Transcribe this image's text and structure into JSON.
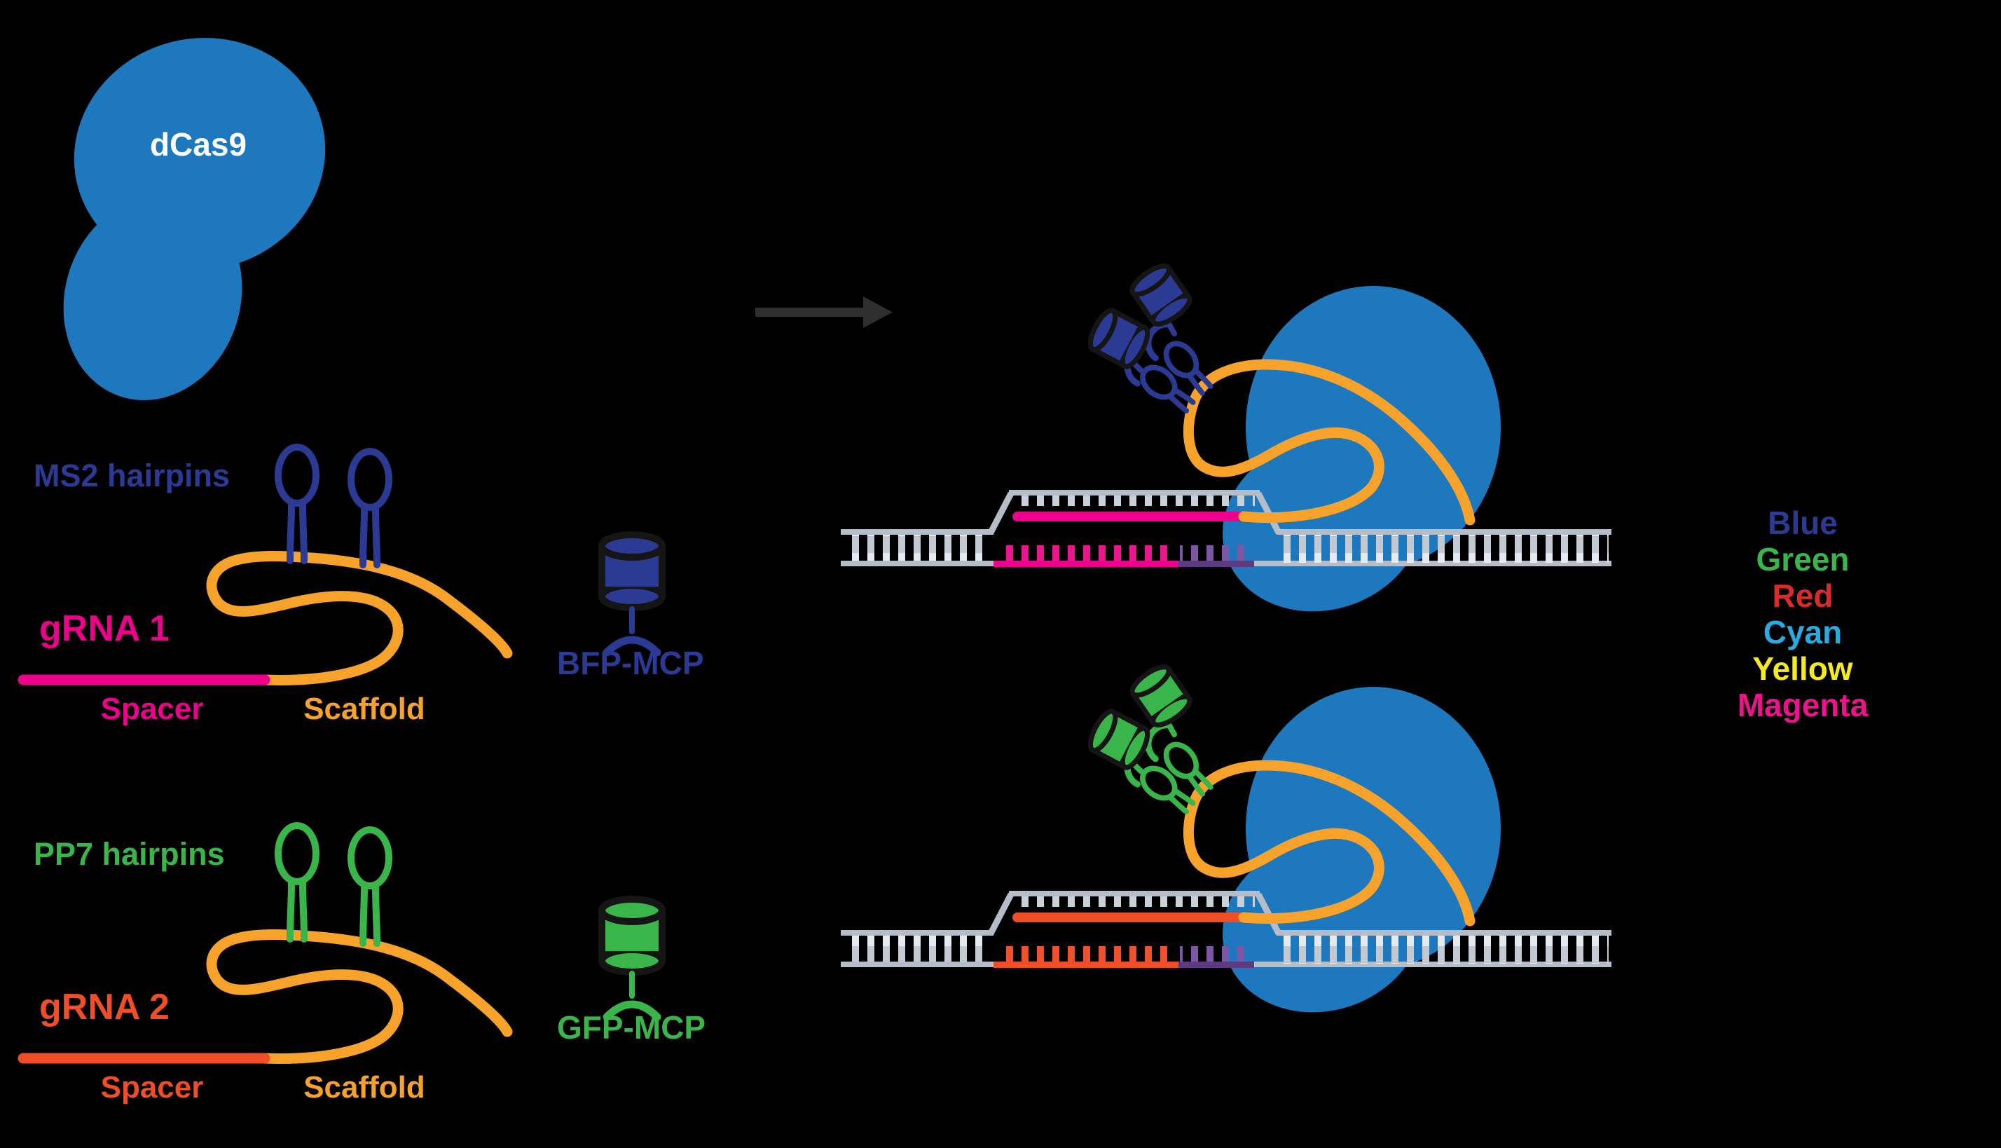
{
  "left_panel": {
    "dcas9_label": "dCas9",
    "grna1": {
      "hairpin_label": "MS2 hairpins",
      "name_label": "gRNA 1",
      "spacer_label": "Spacer",
      "scaffold_label": "Scaffold",
      "spacer_color": "#ec008c",
      "hairpin_color": "#2b3b94"
    },
    "grna2": {
      "hairpin_label": "PP7 hairpins",
      "name_label": "gRNA 2",
      "spacer_label": "Spacer",
      "scaffold_label": "Scaffold",
      "spacer_color": "#f04e26",
      "hairpin_color": "#3ab54a"
    },
    "bfp_label": "BFP-MCP",
    "gfp_label": "GFP-MCP"
  },
  "legend": {
    "entries": [
      {
        "label": "Blue",
        "color": "#2b3b94"
      },
      {
        "label": "Green",
        "color": "#3ab54a"
      },
      {
        "label": "Red",
        "color": "#d92b2b"
      },
      {
        "label": "Cyan",
        "color": "#29abe2"
      },
      {
        "label": "Yellow",
        "color": "#f3ea1f"
      },
      {
        "label": "Magenta",
        "color": "#ec138c"
      }
    ]
  },
  "palette": {
    "background": "#000000",
    "dcas9_blob": "#1e78be",
    "scaffold_orange": "#f7a22b",
    "spacer_magenta": "#ec008c",
    "spacer_red_orange": "#f04e26",
    "ms2_blue": "#2b3b94",
    "pp7_green": "#3ab54a",
    "dna_gray_rail": "#b5bdc8",
    "dna_rung_light": "#e6e9ed",
    "pam_purple": "#5d3b80",
    "arrow_gray": "#2f2f2f"
  },
  "icons": [
    "dcas9-blob-icon",
    "ms2-hairpin-icon",
    "pp7-hairpin-icon",
    "bfp-barrel-icon",
    "gfp-barrel-icon",
    "right-arrow-icon",
    "dna-double-helix-icon"
  ]
}
